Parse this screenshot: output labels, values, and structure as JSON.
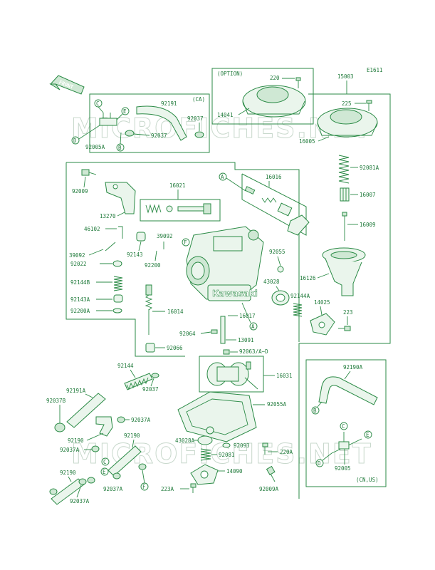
{
  "diagram": {
    "ref_code": "E1611",
    "front_label": "FRONT",
    "watermark": "MICROFICHES.NET",
    "brand": "Kawasaki",
    "section_notes": {
      "option": "(OPTION)",
      "ca": "(CA)",
      "cn_us": "(CN,US)"
    },
    "callouts": {
      "a": "A",
      "b": "B",
      "c": "C",
      "d": "D",
      "e": "E",
      "f": "F"
    },
    "parts": {
      "p220": "220",
      "p15003": "15003",
      "p14041": "14041",
      "p225": "225",
      "p16005": "16005",
      "p92191_ca": "92191",
      "p92037_ca": "92037",
      "p92037_ca2": "92037",
      "p92005a": "92005A",
      "p92009": "92009",
      "p13270": "13270",
      "p16021": "16021",
      "p16016": "16016",
      "p92081a": "92081A",
      "p16007": "16007",
      "p16009": "16009",
      "p46102": "46102",
      "p39092a": "39092",
      "p39092b": "39092",
      "p92143": "92143",
      "p92022": "92022",
      "p92200": "92200",
      "p92055": "92055",
      "p16126": "16126",
      "p92144b": "92144B",
      "p43028": "43028",
      "p92143a": "92143A",
      "p92200a": "92200A",
      "p16014": "16014",
      "p16017": "16017",
      "p92144a": "92144A",
      "p14025": "14025",
      "p223": "223",
      "p92064": "92064",
      "p13091": "13091",
      "p92066": "92066",
      "p92063": "92063/A~D",
      "p92144": "92144",
      "p16031": "16031",
      "p92190a": "92190A",
      "p92191a": "92191A",
      "p92037": "92037",
      "p92037b": "92037B",
      "p92037a_1": "92037A",
      "p92055a": "92055A",
      "p92190_1": "92190",
      "p92190_2": "92190",
      "p92037a_2": "92037A",
      "p43028a": "43028A",
      "p92093": "92093",
      "p220a": "220A",
      "p92081": "92081",
      "p92005": "92005",
      "p92190_3": "92190",
      "p14090": "14090",
      "p92037a_3": "92037A",
      "p223a": "223A",
      "p92009a": "92009A",
      "p92037a_4": "92037A"
    }
  }
}
